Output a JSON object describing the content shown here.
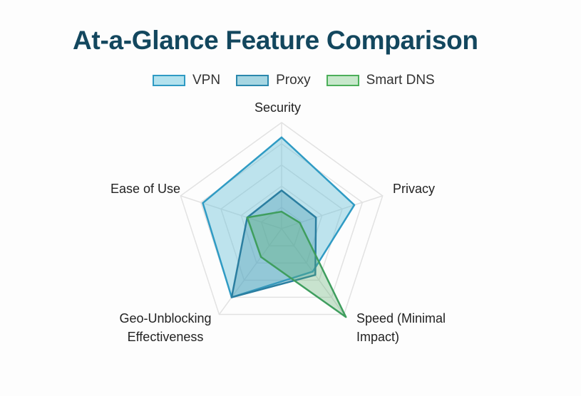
{
  "title": "At-a-Glance Feature Comparison",
  "legend": [
    {
      "name": "VPN",
      "fill": "#b3e2ee",
      "stroke": "#2f9bc4"
    },
    {
      "name": "Proxy",
      "fill": "#a6d6e2",
      "stroke": "#2b88ad"
    },
    {
      "name": "Smart DNS",
      "fill": "#c7e8cb",
      "stroke": "#4caf5a"
    }
  ],
  "axes": {
    "security": "Security",
    "privacy": "Privacy",
    "speed_line1": "Speed (Minimal",
    "speed_line2": "Impact)",
    "geo_line1": "Geo-Unblocking",
    "geo_line2": "Effectiveness",
    "ease": "Ease of Use"
  },
  "chart_data": {
    "type": "radar",
    "title": "At-a-Glance Feature Comparison",
    "categories": [
      "Security",
      "Privacy",
      "Speed (Minimal Impact)",
      "Geo-Unblocking Effectiveness",
      "Ease of Use"
    ],
    "range": [
      0,
      10
    ],
    "grid": true,
    "legend_position": "top",
    "series": [
      {
        "name": "VPN",
        "values": [
          8.6,
          7.2,
          5,
          8,
          7.8
        ],
        "color": "#2f9bc4",
        "fill": "rgba(100,190,215,0.42)"
      },
      {
        "name": "Proxy",
        "values": [
          3.6,
          3.4,
          5.4,
          8,
          3.4
        ],
        "color": "#2b7ea0",
        "fill": "rgba(70,150,175,0.35)"
      },
      {
        "name": "Smart DNS",
        "values": [
          1.6,
          1.8,
          10.3,
          3.3,
          3.4
        ],
        "color": "#3f9e5e",
        "fill": "rgba(90,175,110,0.32)"
      }
    ]
  }
}
